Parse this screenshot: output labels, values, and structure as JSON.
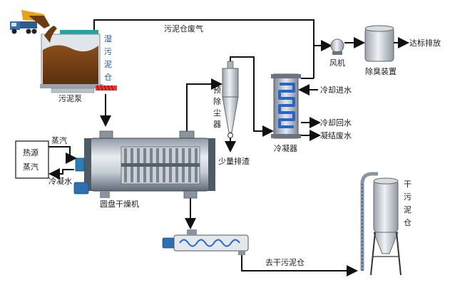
{
  "labels": {
    "sludge_pump": "污泥泵",
    "sludge_waste_gas": "污泥仓废气",
    "wet_sludge_bin": [
      "湿",
      "污",
      "泥",
      "仓"
    ],
    "fan": "风机",
    "deodor": "除臭装置",
    "emission": "达标排放",
    "pre_dust": [
      "预",
      "除",
      "尘",
      "器"
    ],
    "cooling_in": "冷却进水",
    "cooling_return": "冷却回水",
    "condensate": "凝结废水",
    "condenser": "冷凝器",
    "small_discharge": "少量排渣",
    "steam": "蒸汽",
    "heat_source_line1": "热源",
    "heat_source_line2": "蒸汽",
    "cond_water": "冷凝水",
    "disc_dryer": "圆盘干燥机",
    "to_dry_bin": "去干污泥仓",
    "dry_sludge_bin": [
      "干",
      "污",
      "泥",
      "仓"
    ]
  },
  "colors": {
    "sludge": "#6b3b12",
    "bin_wall": "#cfd6dc",
    "machine_dark": "#5e6b78",
    "machine_light": "#dfe4ea",
    "coil": "#2b63c8",
    "accent_blue": "#1f4f8c"
  }
}
